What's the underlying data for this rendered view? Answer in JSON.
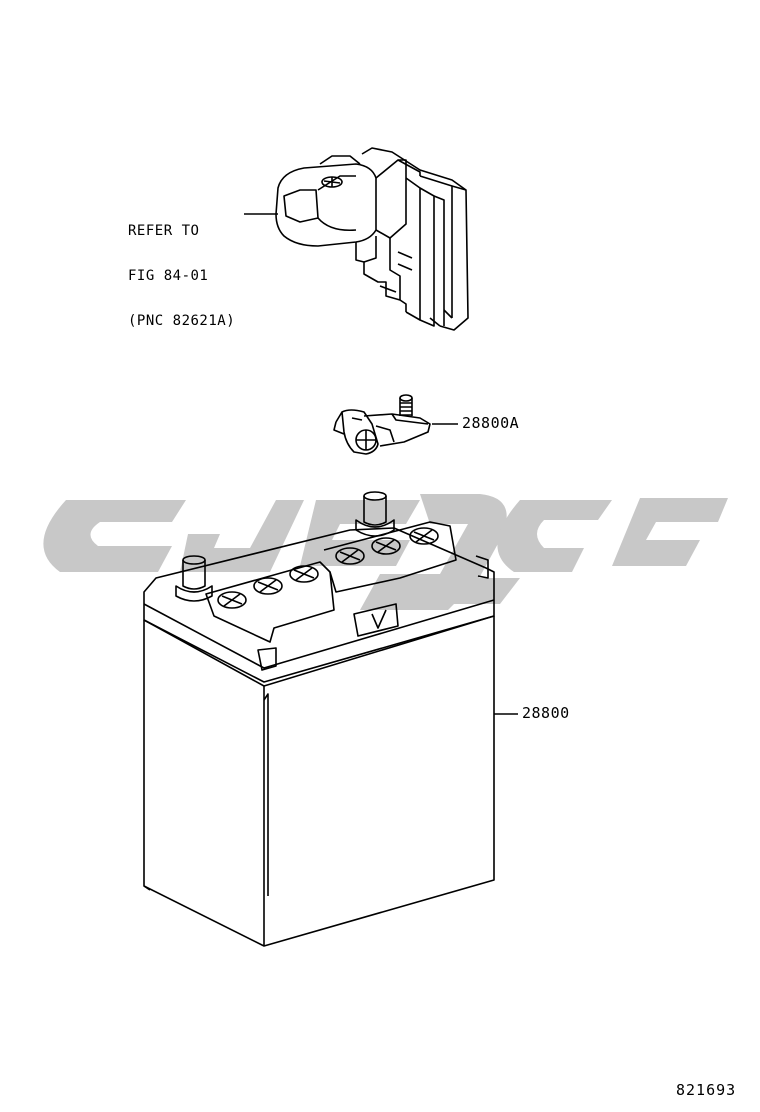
{
  "diagram": {
    "callouts": {
      "reference": {
        "line1": "REFER TO",
        "line2": "FIG 84-01",
        "line3": "(PNC 82621A)"
      },
      "terminal_clamp_part": "28800A",
      "battery_part": "28800"
    },
    "figure_number": "821693"
  },
  "colors": {
    "line": "#000000",
    "watermark": "#c8c8c8",
    "background": "#ffffff"
  }
}
